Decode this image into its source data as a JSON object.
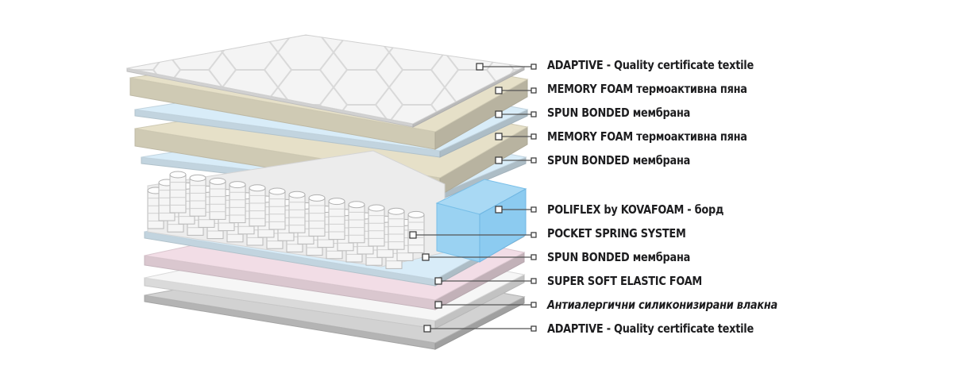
{
  "layers": [
    {
      "id": "adaptive-top",
      "label": "ADAPTIVE - Quality certificate textile"
    },
    {
      "id": "memory-foam-1",
      "label": "MEMORY FOAM термоактивна пяна"
    },
    {
      "id": "spun-bonded-1",
      "label": "SPUN BONDED мембрана"
    },
    {
      "id": "memory-foam-2",
      "label": "MEMORY FOAM термоактивна пяна"
    },
    {
      "id": "spun-bonded-2",
      "label": "SPUN BONDED мембрана"
    },
    {
      "id": "poliflex",
      "label": "POLIFLEX by KOVAFOAM - борд"
    },
    {
      "id": "pocket-spring",
      "label": "POCKET SPRING SYSTEM"
    },
    {
      "id": "spun-bonded-3",
      "label": "SPUN BONDED мембрана"
    },
    {
      "id": "super-soft-foam",
      "label": "SUPER SOFT ELASTIC FOAM"
    },
    {
      "id": "antiallergic-fibers",
      "label": "Антиалергични силиконизирани влакна"
    },
    {
      "id": "adaptive-bottom",
      "label": "ADAPTIVE - Quality certificate textile"
    }
  ],
  "colors": {
    "textile": "#f2f2f2",
    "memory_foam": "#e6e0c8",
    "spun_bonded": "#d8ecf8",
    "poliflex": "#8ccbf0",
    "pink_foam": "#f2dde6",
    "gray_bottom": "#c8c8c8",
    "leader_line": "#555555",
    "label_text": "#1d1d1f"
  }
}
